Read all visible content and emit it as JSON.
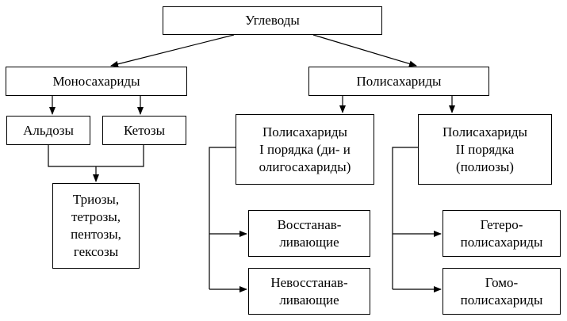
{
  "root": {
    "label": "Углеводы"
  },
  "mono": {
    "label": "Моносахариды",
    "aldoses": "Альдозы",
    "ketoses": "Кетозы",
    "types": [
      "Триозы,",
      "тетрозы,",
      "пентозы,",
      "гексозы"
    ]
  },
  "poly": {
    "label": "Полисахариды",
    "order1": [
      "Полисахариды",
      "I порядка (ди- и",
      "олигосахариды)"
    ],
    "order2": [
      "Полисахариды",
      "II порядка",
      "(полиозы)"
    ],
    "reducing": [
      "Восстанав-",
      "ливающие"
    ],
    "nonreducing": [
      "Невосстанав-",
      "ливающие"
    ],
    "hetero": [
      "Гетеро-",
      "полисахариды"
    ],
    "homo": [
      "Гомо-",
      "полисахариды"
    ]
  },
  "colors": {
    "line": "#000000",
    "box_fill": "#ffffff",
    "text": "#000000"
  }
}
